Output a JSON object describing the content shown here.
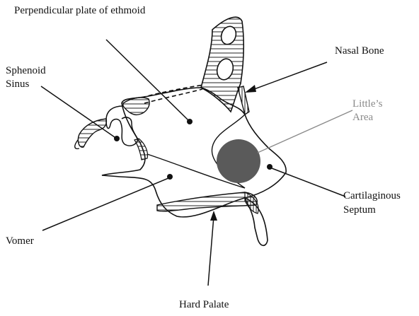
{
  "labels": {
    "perpendicular_plate": "Perpendicular plate of ethmoid",
    "nasal_bone": "Nasal Bone",
    "sphenoid_sinus_line1": "Sphenoid",
    "sphenoid_sinus_line2": "Sinus",
    "littles_area_line1": "Little’s",
    "littles_area_line2": "Area",
    "cartilaginous_line1": "Cartilaginous",
    "cartilaginous_line2": "Septum",
    "vomer": "Vomer",
    "hard_palate": "Hard Palate"
  },
  "colors": {
    "outline": "#111111",
    "littles_area_fill": "#5a5a5a",
    "littles_area_label": "#8a8a8a",
    "hatch": "#222222"
  }
}
